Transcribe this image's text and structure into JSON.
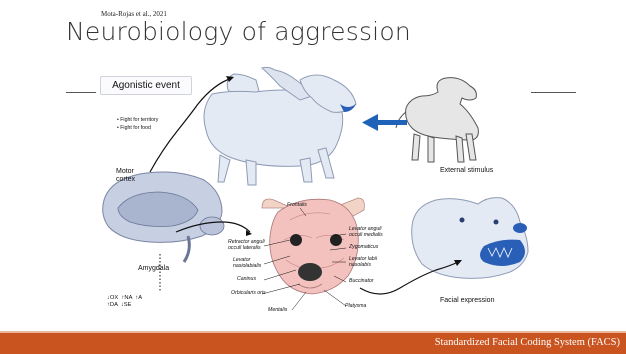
{
  "citation": "Mota-Rojas et al., 2021",
  "title": "Neurobiology of aggression",
  "agonistic_event": "Agonistic event",
  "bullets": [
    "Fight for territory",
    "Fight for food"
  ],
  "external_stimulus": "External stimulus",
  "motor_cortex": [
    "Motor",
    "cortex"
  ],
  "amygdala": "Amygdala",
  "neurochemistry": "↓OX  ↑NA  ↑A\n↑DA  ↓SE",
  "muscles": {
    "frontalis": "Frontalis",
    "retractor": [
      "Retractor anguli",
      "occuli lateralis"
    ],
    "levator_nasolabialis": [
      "Levator",
      "nasiolabialis"
    ],
    "caninus": "Caninus",
    "orbicularis": "Orbicularis oris",
    "mentalis": "Mentalis",
    "levator_anguli": [
      "Levator anguli",
      "occuli medialis"
    ],
    "zygomaticus": "Zygomaticus",
    "levator_labii": [
      "Levator labii",
      "nasolabis"
    ],
    "buccinator": "Buccinator",
    "platysma": "Platysma"
  },
  "facial_expression": "Facial expression",
  "footer": "Standardized  Facial Coding System (FACS)",
  "colors": {
    "footer": "#c9541f",
    "dog_fill": "#e4eaf4",
    "dog_stroke": "#8e9bb5",
    "accent_blue": "#2a5fb8",
    "arrow_blue": "#1e63b8",
    "muscle": "#e8a8a8"
  }
}
